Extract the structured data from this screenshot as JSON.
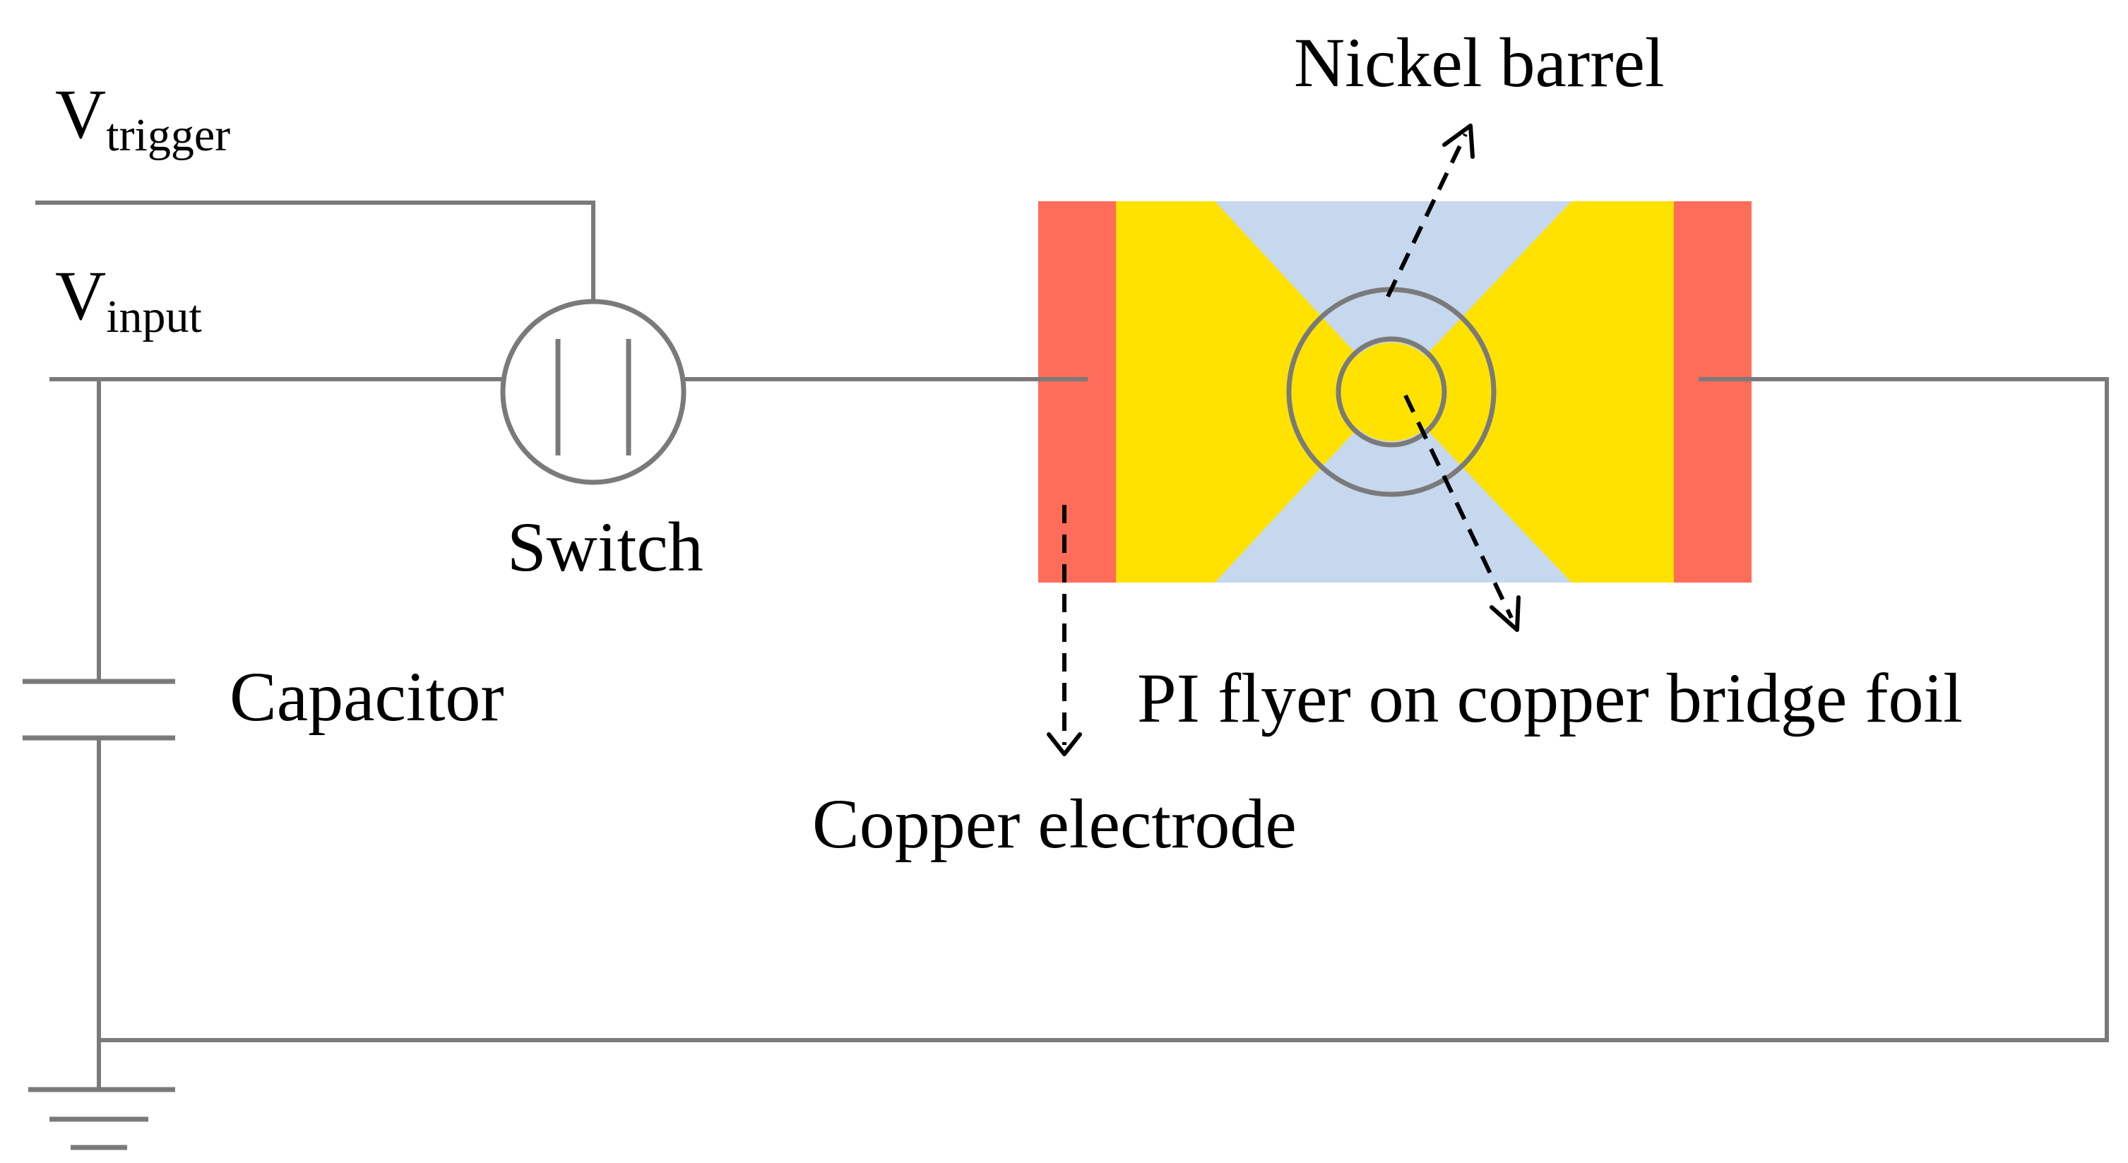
{
  "labels": {
    "v_trigger": "V",
    "v_trigger_sub": "trigger",
    "v_input": "V",
    "v_input_sub": "input",
    "switch": "Switch",
    "capacitor": "Capacitor",
    "nickel_barrel": "Nickel barrel",
    "pi_flyer": "PI flyer on copper bridge foil",
    "copper_electrode": "Copper electrode"
  },
  "colors": {
    "wire": "#7a7a7a",
    "electrode": "#ff6c5a",
    "bridge_foil": "#ffe200",
    "substrate": "#c6d8ee",
    "text": "#000000"
  }
}
